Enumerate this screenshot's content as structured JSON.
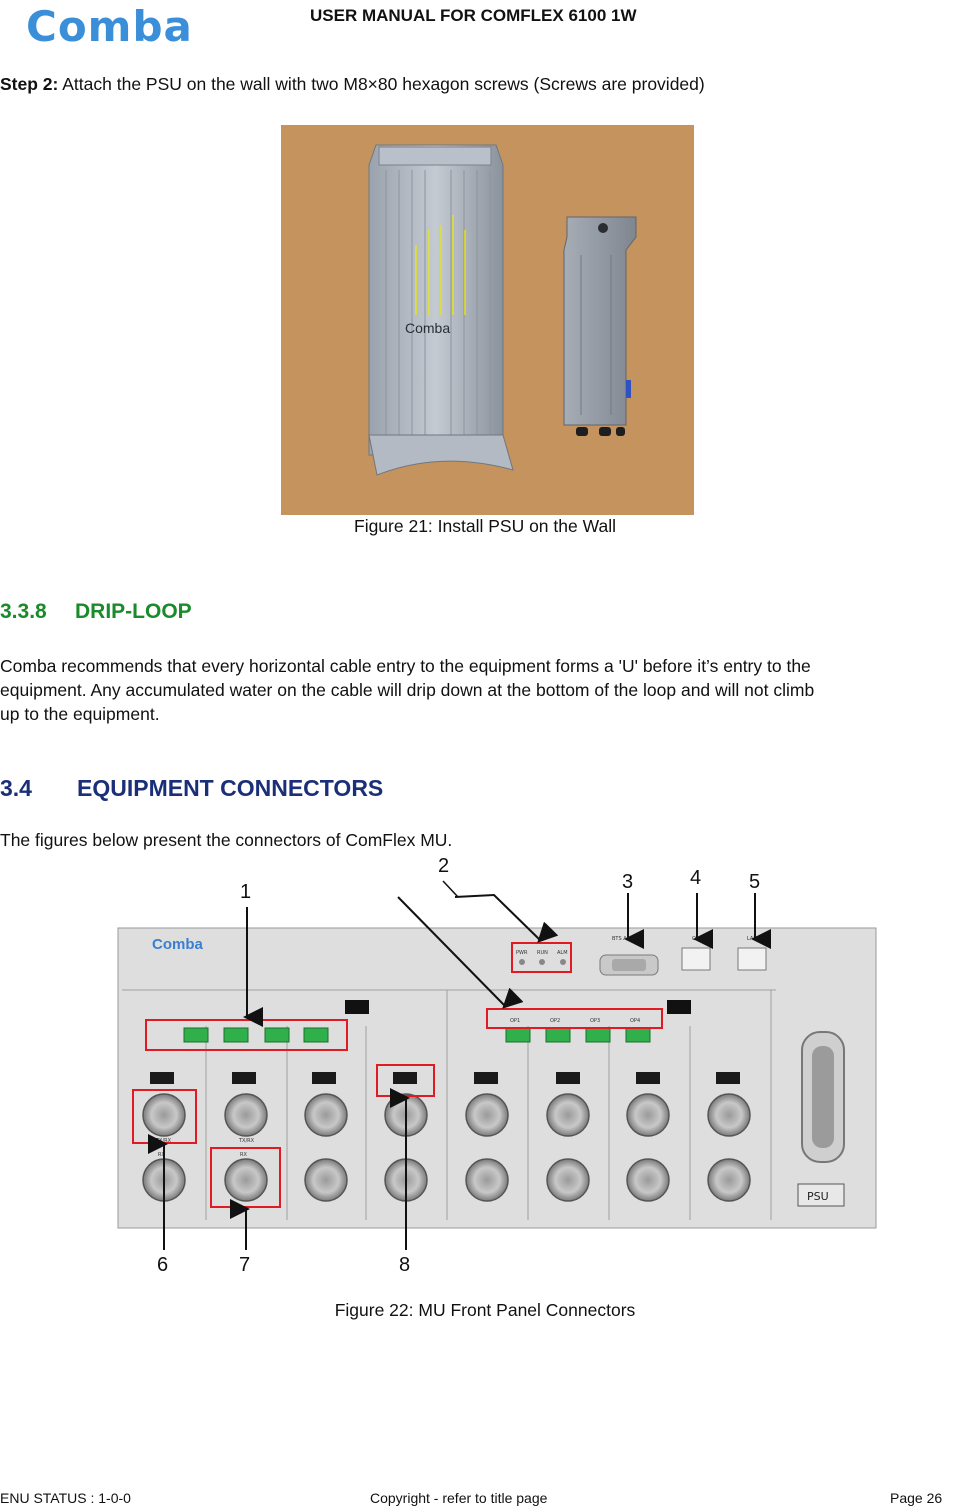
{
  "header": {
    "logo_text": "Comba",
    "title": "USER MANUAL FOR COMFLEX 6100 1W"
  },
  "step2": {
    "label": "Step 2:",
    "text": " Attach the PSU on the wall with two M8×80 hexagon screws (Screws are provided)"
  },
  "figure21": {
    "caption": "Figure 21: Install PSU on the Wall",
    "device_logo": "Comba"
  },
  "section_338": {
    "number": "3.3.8",
    "title": "DRIP-LOOP",
    "body_lines": [
      "Comba recommends that every horizontal cable entry to the equipment forms a 'U' before it’s entry to the",
      "equipment. Any accumulated water on the cable will drip down at the bottom of the loop and will not climb",
      "up to the equipment."
    ]
  },
  "section_34": {
    "number": "3.4",
    "title": "EQUIPMENT CONNECTORS",
    "intro": "The figures below present the connectors of ComFlex MU."
  },
  "figure22": {
    "caption": "Figure 22: MU Front Panel Connectors",
    "panel_logo": "Comba",
    "callouts": [
      "1",
      "2",
      "3",
      "4",
      "5",
      "6",
      "7",
      "8"
    ],
    "led_labels": [
      "PWR",
      "RUN",
      "ALM"
    ],
    "port_labels": [
      "BTS ALM",
      "OMT",
      "LAN"
    ],
    "optical_labels": [
      "OP1",
      "OP2",
      "OP3",
      "OP4"
    ],
    "psu_label": "PSU",
    "connector_labels": [
      "TX/RX",
      "RX"
    ]
  },
  "footer": {
    "left": "ENU STATUS : 1-0-0",
    "center": "Copyright - refer to title page",
    "right": "Page 26"
  }
}
